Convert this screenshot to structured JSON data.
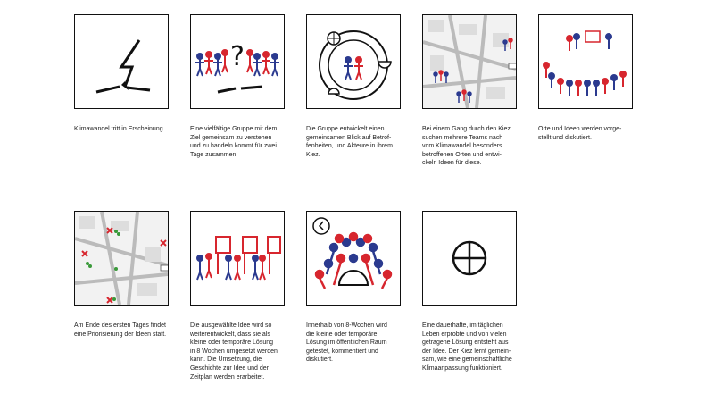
{
  "colors": {
    "red": "#d7262e",
    "blue": "#2b3a8f",
    "ink": "#111111"
  },
  "panels": [
    {
      "icon": "lightning-icon",
      "caption": "Klimawandel tritt in Erscheinung."
    },
    {
      "icon": "group-question-icon",
      "caption": "Eine vielfältige Gruppe mit dem\nZiel gemeinsam zu verstehen\nund zu handeln kommt für zwei\nTage zusammen."
    },
    {
      "icon": "circle-view-icon",
      "caption": "Die Gruppe entwickelt einen\ngemeinsamen Blick auf Betrof-\nfenheiten, und Akteure in ihrem\nKiez."
    },
    {
      "icon": "map-teams-icon",
      "caption": "Bei einem Gang durch den Kiez\nsuchen mehrere Teams nach\nvom Klimawandel besonders\nbetroffenen Orten und entwi-\nckeln Ideen für diese."
    },
    {
      "icon": "presentation-icon",
      "caption": "Orte und Ideen werden vorge-\nstellt und diskutiert."
    },
    {
      "icon": "map-priority-icon",
      "caption": "Am Ende des ersten Tages findet\neine Priorisierung der Ideen statt."
    },
    {
      "icon": "development-boards-icon",
      "caption": "Die ausgewählte Idee wird so\nweiterentwickelt, dass sie als\nkleine oder temporäre Lösung\nin 8 Wochen umgesetzt werden\nkann. Die Umsetzung, die\nGeschichte zur Idee und der\nZeitplan werden erarbeitet."
    },
    {
      "icon": "clock-crowd-icon",
      "caption": "Innerhalb von 8-Wochen wird\ndie kleine oder temporäre\nLösung im öffentlichen Raum\ngetestet, kommentiert und\ndiskutiert."
    },
    {
      "icon": "crosshair-circle-icon",
      "caption": "Eine dauerhafte, im täglichen\nLeben erprobte und von vielen\ngetragene Lösung entsteht aus\nder Idee. Der Kiez lernt gemein-\nsam, wie eine gemeinschaftliche\nKlimaanpassung funktioniert."
    }
  ]
}
